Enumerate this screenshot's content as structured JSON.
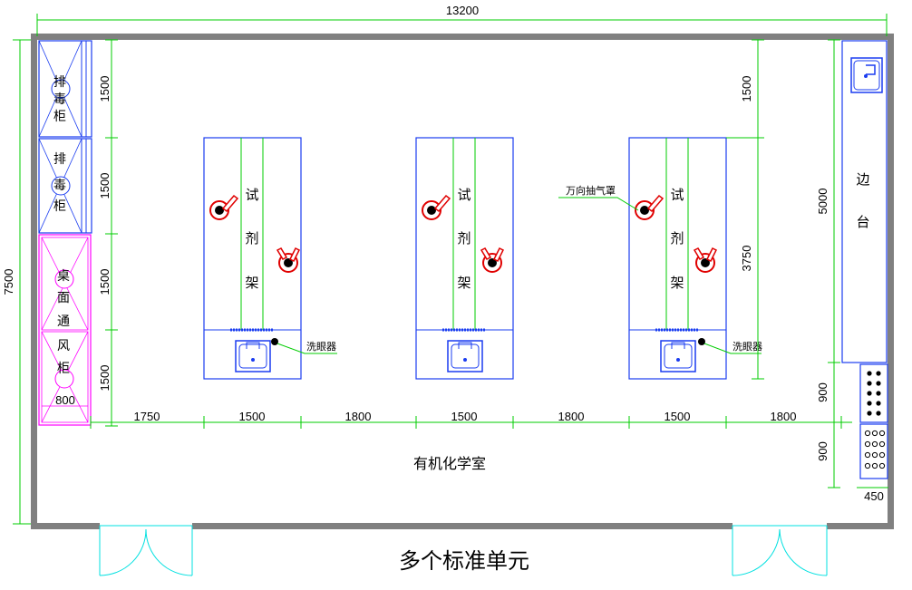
{
  "dimensions": {
    "total_width": "13200",
    "total_depth": "7500",
    "left_column": [
      "1500",
      "1500",
      "1500",
      "1500"
    ],
    "right_column_top": "1500",
    "right_column_mid": "3750",
    "right_side_table": "5000",
    "right_lower": [
      "900",
      "900"
    ],
    "bottom_small_width": "450",
    "cabinet_width": "800",
    "bottom_row": [
      "1750",
      "1500",
      "1800",
      "1500",
      "1800",
      "1500",
      "1800"
    ]
  },
  "labels": {
    "fume_hood_chars": [
      "排",
      "毒",
      "柜"
    ],
    "bench_vent_chars": [
      "桌",
      "面",
      "通",
      "风",
      "柜"
    ],
    "reagent_rack_chars": [
      "试",
      "剂",
      "架"
    ],
    "side_table_chars": [
      "边",
      "台"
    ],
    "eyewash": "洗眼器",
    "fume_arm": "万向抽气罩",
    "room_name": "有机化学室",
    "caption": "多个标准单元"
  },
  "colors": {
    "wall": "#808080",
    "blue": "#1a3cf0",
    "green": "#00cc00",
    "magenta": "#ff00ff",
    "red": "#e00000"
  }
}
